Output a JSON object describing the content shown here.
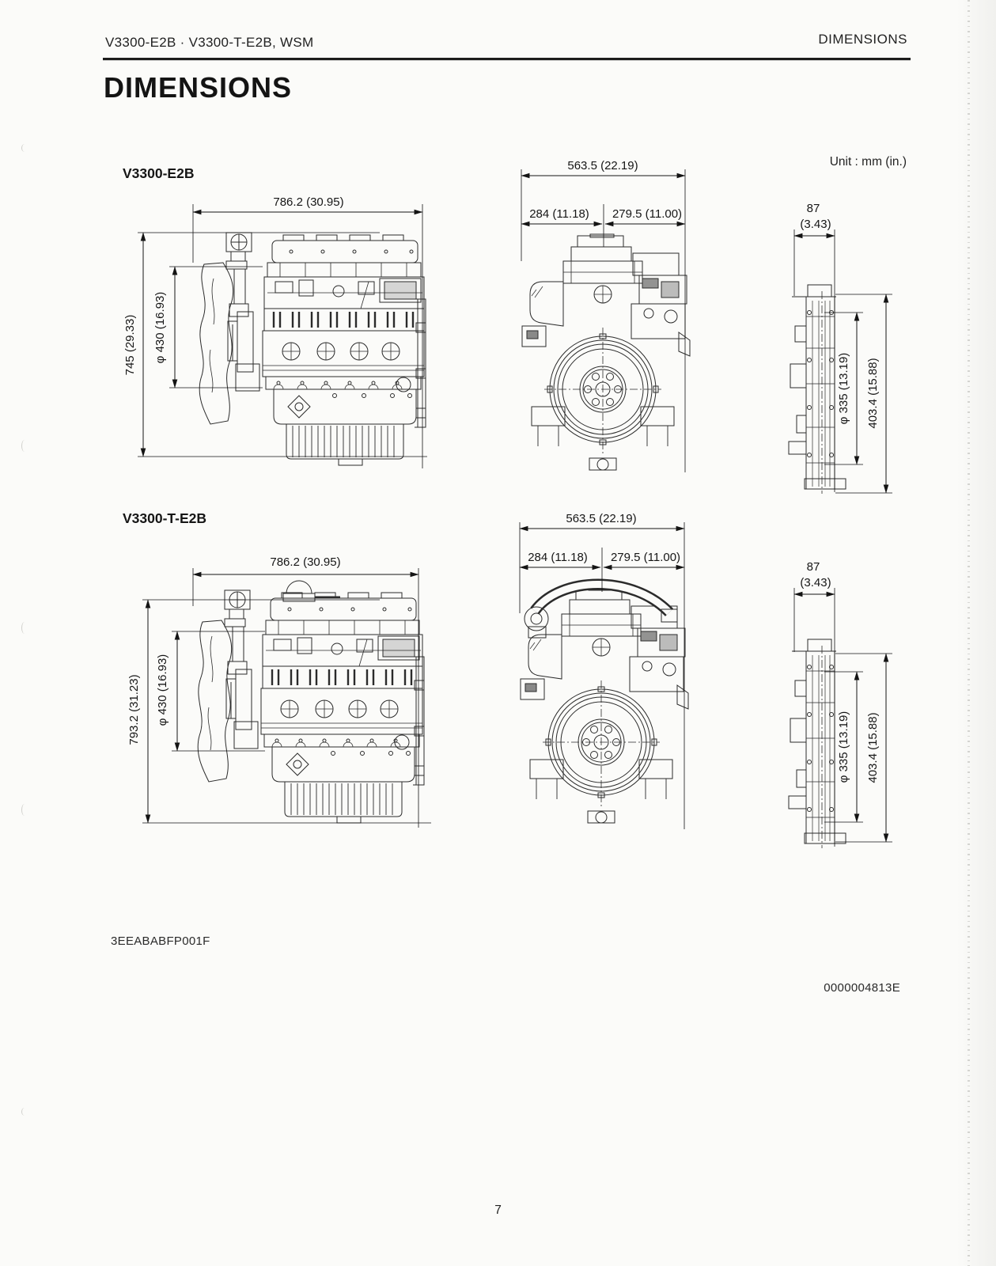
{
  "header": {
    "left": "V3300-E2B · V3300-T-E2B, WSM",
    "right": "DIMENSIONS"
  },
  "title": "DIMENSIONS",
  "unit_note": "Unit : mm (in.)",
  "sections": [
    {
      "model": "V3300-E2B",
      "side": {
        "width": "786.2 (30.95)",
        "height": "745 (29.33)",
        "fan_diameter": "φ 430 (16.93)"
      },
      "front": {
        "width": "563.5 (22.19)",
        "width_left": "284 (11.18)",
        "width_right": "279.5 (11.00)"
      },
      "rear": {
        "backplate_depth_mm": "87",
        "backplate_depth_in": "(3.43)",
        "flywheel_diameter": "φ 335 (13.19)",
        "housing_height": "403.4 (15.88)"
      }
    },
    {
      "model": "V3300-T-E2B",
      "side": {
        "width": "786.2 (30.95)",
        "height": "793.2 (31.23)",
        "fan_diameter": "φ 430 (16.93)"
      },
      "front": {
        "width": "563.5 (22.19)",
        "width_left": "284 (11.18)",
        "width_right": "279.5 (11.00)"
      },
      "rear": {
        "backplate_depth_mm": "87",
        "backplate_depth_in": "(3.43)",
        "flywheel_diameter": "φ 335 (13.19)",
        "housing_height": "403.4 (15.88)"
      }
    }
  ],
  "footer": {
    "figure_code": "3EEABABFP001F",
    "document_code": "0000004813E",
    "page_number": "7"
  }
}
